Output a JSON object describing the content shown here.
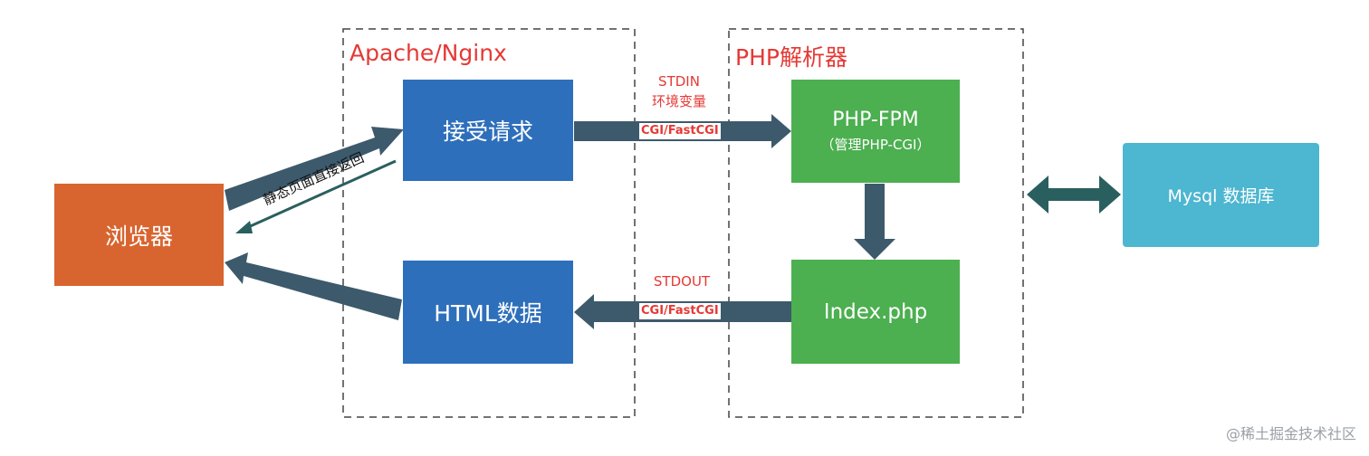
{
  "groups": {
    "server": "Apache/Nginx",
    "php": "PHP解析器"
  },
  "nodes": {
    "browser": "浏览器",
    "receive": "接受请求",
    "html_data": "HTML数据",
    "fpm_title": "PHP-FPM",
    "fpm_sub": "（管理PHP-CGI）",
    "index": "Index.php",
    "mysql": "Mysql 数据库"
  },
  "edges": {
    "stdin": "STDIN",
    "env_vars": "环境变量",
    "cgi_top": "CGI/FastCGI",
    "stdout": "STDOUT",
    "cgi_bottom": "CGI/FastCGI",
    "static_return": "静态页面直接返回"
  },
  "watermark": "@稀土掘金技术社区",
  "colors": {
    "browser": "#d8652f",
    "blue_box": "#2e6fbb",
    "green_box": "#4caf50",
    "mysql": "#4db6d0",
    "arrow": "#3d5a6c",
    "mysql_arrow": "#2a5f5f",
    "label_red": "#e53935"
  }
}
